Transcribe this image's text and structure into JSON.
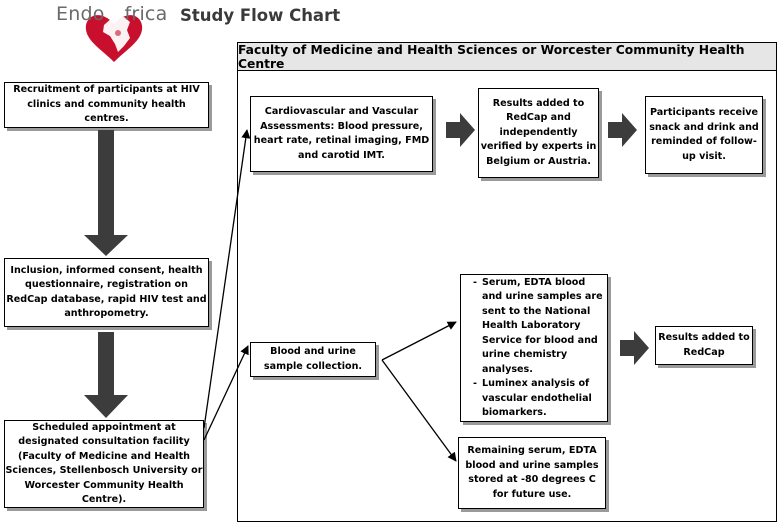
{
  "logo": {
    "brand_prefix": "Endo",
    "brand_suffix": "frica",
    "subtitle": "Study Flow Chart"
  },
  "panel": {
    "title": "Faculty of Medicine and Health Sciences or Worcester Community Health Centre"
  },
  "left_column": {
    "recruitment": "Recruitment of participants at HIV clinics and community health centres.",
    "inclusion": "Inclusion, informed consent, health questionnaire, registration on RedCap database, rapid HIV test and anthropometry.",
    "appointment": "Scheduled appointment at designated consultation facility (Faculty of Medicine and Health Sciences, Stellenbosch University or Worcester Community Health Centre)."
  },
  "top_row": {
    "assessments": "Cardiovascular and Vascular Assessments: Blood pressure, heart rate, retinal imaging, FMD and carotid IMT.",
    "results_verified": "Results added to RedCap and independently verified by experts in Belgium or Austria.",
    "participants": "Participants receive snack and drink and reminded of follow-up visit."
  },
  "bottom_row": {
    "sample_collection": "Blood and urine sample collection.",
    "lab_items": [
      "Serum, EDTA blood and urine samples are sent to the National Health Laboratory Service for blood and urine chemistry analyses.",
      "Luminex analysis of vascular endothelial biomarkers."
    ],
    "results_redcap": "Results added to RedCap",
    "storage": "Remaining serum, EDTA blood and urine samples stored at -80 degrees C for future use."
  }
}
